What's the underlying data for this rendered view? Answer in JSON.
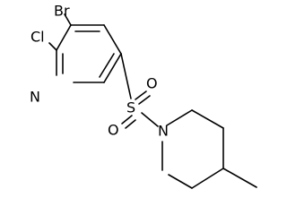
{
  "molecule": {
    "atoms": {
      "br": "Br",
      "cl": "Cl",
      "n_pyridine": "N",
      "s": "S",
      "o_top": "O",
      "o_bottom": "O",
      "n_piperidine": "N"
    }
  }
}
